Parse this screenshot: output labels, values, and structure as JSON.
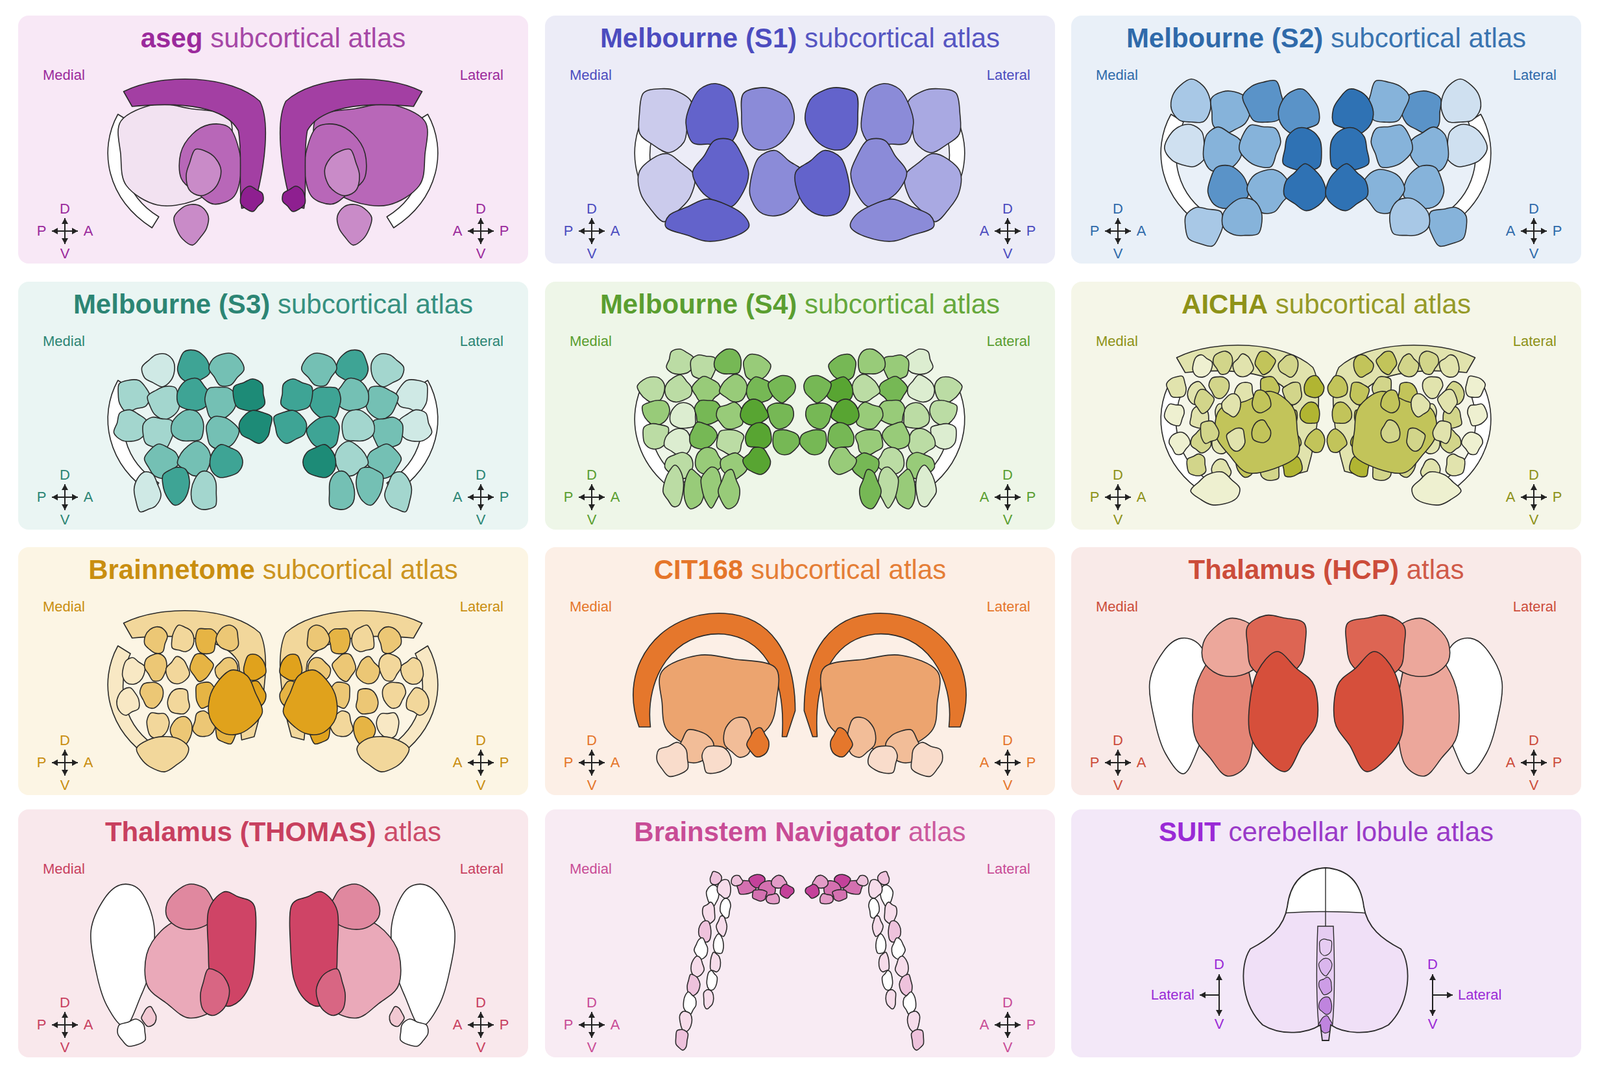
{
  "diagram": {
    "nodes": [
      {
        "text": [
          "aseg",
          "subcortical atlas",
          "Medial",
          "Lateral",
          "D",
          "P",
          "A",
          "V",
          "D",
          "A",
          "P",
          "V"
        ]
      },
      {
        "text": [
          "Melbourne (S1)",
          "subcortical atlas",
          "Medial",
          "Lateral",
          "D",
          "P",
          "A",
          "V",
          "D",
          "A",
          "P",
          "V"
        ]
      },
      {
        "text": [
          "Melbourne (S2)",
          "subcortical atlas",
          "Medial",
          "Lateral",
          "D",
          "P",
          "A",
          "V",
          "D",
          "A",
          "P",
          "V"
        ]
      },
      {
        "text": [
          "Melbourne (S3)",
          "subcortical atlas",
          "Medial",
          "Lateral",
          "D",
          "P",
          "A",
          "V",
          "D",
          "A",
          "P",
          "V"
        ]
      },
      {
        "text": [
          "Melbourne (S4)",
          "subcortical atlas",
          "Medial",
          "Lateral",
          "D",
          "P",
          "A",
          "V",
          "D",
          "A",
          "P",
          "V"
        ]
      },
      {
        "text": [
          "AICHA",
          "subcortical atlas",
          "Medial",
          "Lateral",
          "D",
          "P",
          "A",
          "V",
          "D",
          "A",
          "P",
          "V"
        ]
      },
      {
        "text": [
          "Brainnetome",
          "subcortical atlas",
          "Medial",
          "Lateral",
          "D",
          "P",
          "A",
          "V",
          "D",
          "A",
          "P",
          "V"
        ]
      },
      {
        "text": [
          "CIT168",
          "subcortical atlas",
          "Medial",
          "Lateral",
          "D",
          "P",
          "A",
          "V",
          "D",
          "A",
          "P",
          "V"
        ]
      },
      {
        "text": [
          "Thalamus (HCP)",
          "atlas",
          "Medial",
          "Lateral",
          "D",
          "P",
          "A",
          "V",
          "D",
          "A",
          "P",
          "V"
        ]
      },
      {
        "text": [
          "Thalamus (THOMAS)",
          "atlas",
          "Medial",
          "Lateral",
          "D",
          "P",
          "A",
          "V",
          "D",
          "A",
          "P",
          "V"
        ]
      },
      {
        "text": [
          "Brainstem Navigator",
          "atlas",
          "Medial",
          "Lateral",
          "D",
          "P",
          "A",
          "V",
          "D",
          "A",
          "P",
          "V"
        ]
      },
      {
        "text": [
          "SUIT",
          "cerebellar lobule atlas",
          "D",
          "Lateral",
          "V",
          "D",
          "Lateral",
          "V"
        ]
      }
    ]
  }
}
